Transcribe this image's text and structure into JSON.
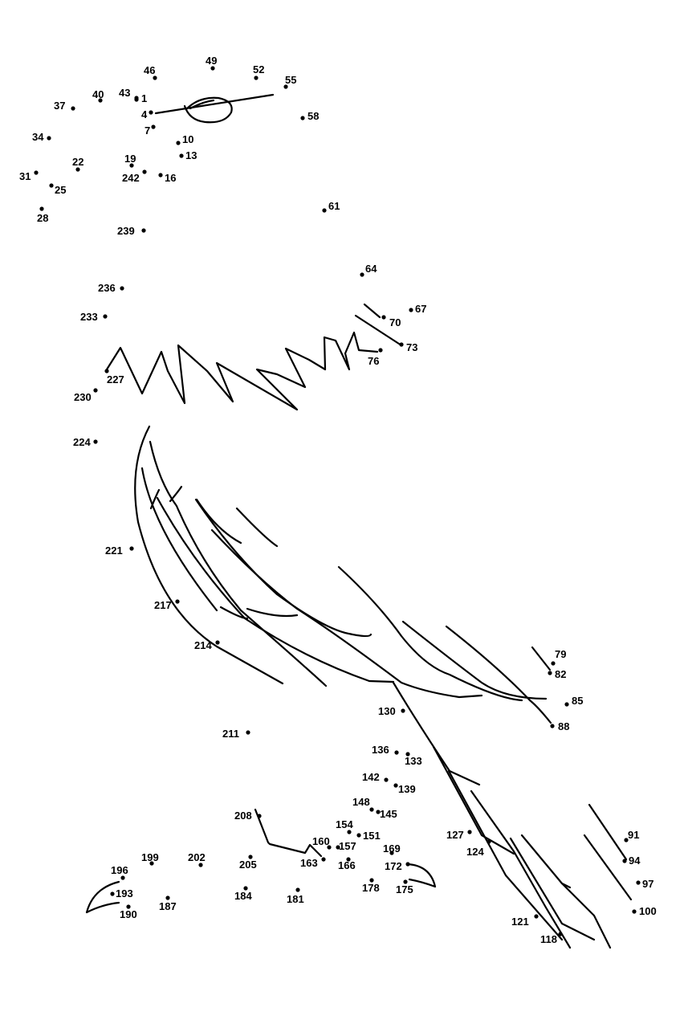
{
  "worksheet": {
    "dot_labels": [
      "1",
      "4",
      "7",
      "10",
      "13",
      "16",
      "19",
      "22",
      "25",
      "28",
      "31",
      "34",
      "37",
      "40",
      "43",
      "46",
      "49",
      "52",
      "55",
      "58",
      "61",
      "64",
      "67",
      "70",
      "73",
      "76",
      "79",
      "82",
      "85",
      "88",
      "91",
      "94",
      "97",
      "100",
      "118",
      "121",
      "124",
      "127",
      "130",
      "133",
      "136",
      "139",
      "142",
      "145",
      "148",
      "151",
      "154",
      "157",
      "160",
      "163",
      "166",
      "169",
      "172",
      "175",
      "178",
      "181",
      "184",
      "187",
      "190",
      "193",
      "196",
      "199",
      "202",
      "205",
      "208",
      "211",
      "214",
      "217",
      "221",
      "224",
      "227",
      "230",
      "233",
      "236",
      "239",
      "242"
    ]
  }
}
